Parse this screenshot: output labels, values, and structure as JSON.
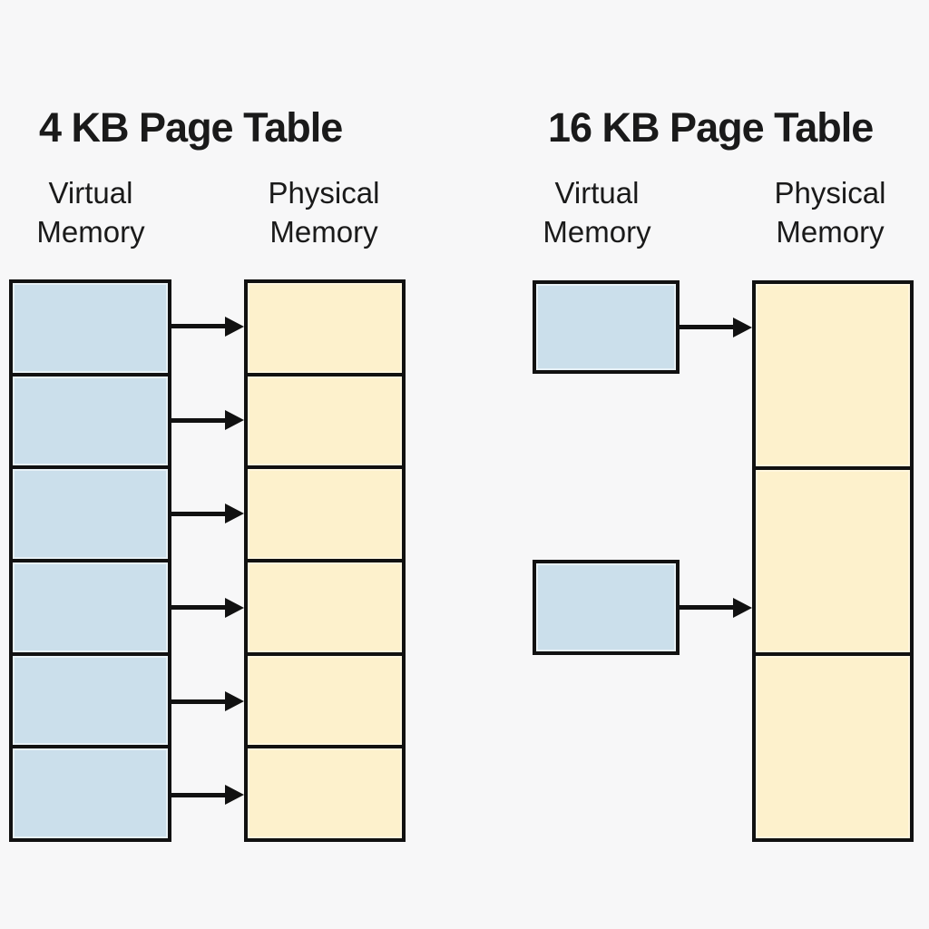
{
  "colors": {
    "background": "#f7f7f8",
    "virtual_fill": "#cbdfeb",
    "physical_fill": "#fdf1cc",
    "border": "#111111",
    "arrow": "#111111",
    "text": "#1a1a1a"
  },
  "diagrams": [
    {
      "title": "4 KB Page Table",
      "virtual_label": "Virtual Memory",
      "physical_label": "Physical Memory",
      "virtual_pages": 6,
      "physical_frames": 6,
      "mapping_arrows": 6
    },
    {
      "title": "16 KB Page Table",
      "virtual_label": "Virtual Memory",
      "physical_label": "Physical Memory",
      "virtual_pages": 2,
      "physical_frames": 3,
      "mapping_arrows": 2
    }
  ]
}
